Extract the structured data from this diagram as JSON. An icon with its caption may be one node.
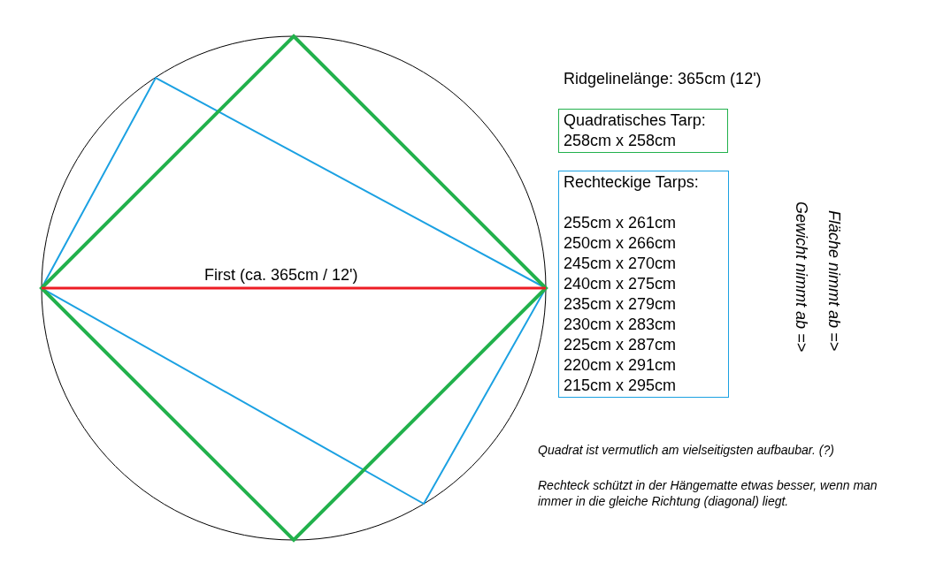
{
  "diagram": {
    "nodes": [
      {
        "text": [
          "Quadratisches Tarp:",
          "258cm x 258cm"
        ]
      },
      {
        "text": [
          "Rechteckige Tarps:",
          "255cm x 261cm",
          "250cm x 266cm",
          "245cm x 270cm",
          "240cm x 275cm",
          "235cm x 279cm",
          "230cm x 283cm",
          "225cm x 287cm",
          "220cm x 291cm",
          "215cm x 295cm"
        ]
      }
    ],
    "labels": [
      "Ridgelinelänge: 365cm (12')",
      "First (ca. 365cm / 12')",
      "Fläche nimmt ab =>",
      "Gewicht nimmt ab =>",
      "Quadrat ist vermutlich am vielseitigsten aufbaubar. (?)",
      "Rechteck schützt in der Hängematte etwas besser, wenn man immer in die gleiche Richtung (diagonal) liegt."
    ]
  }
}
